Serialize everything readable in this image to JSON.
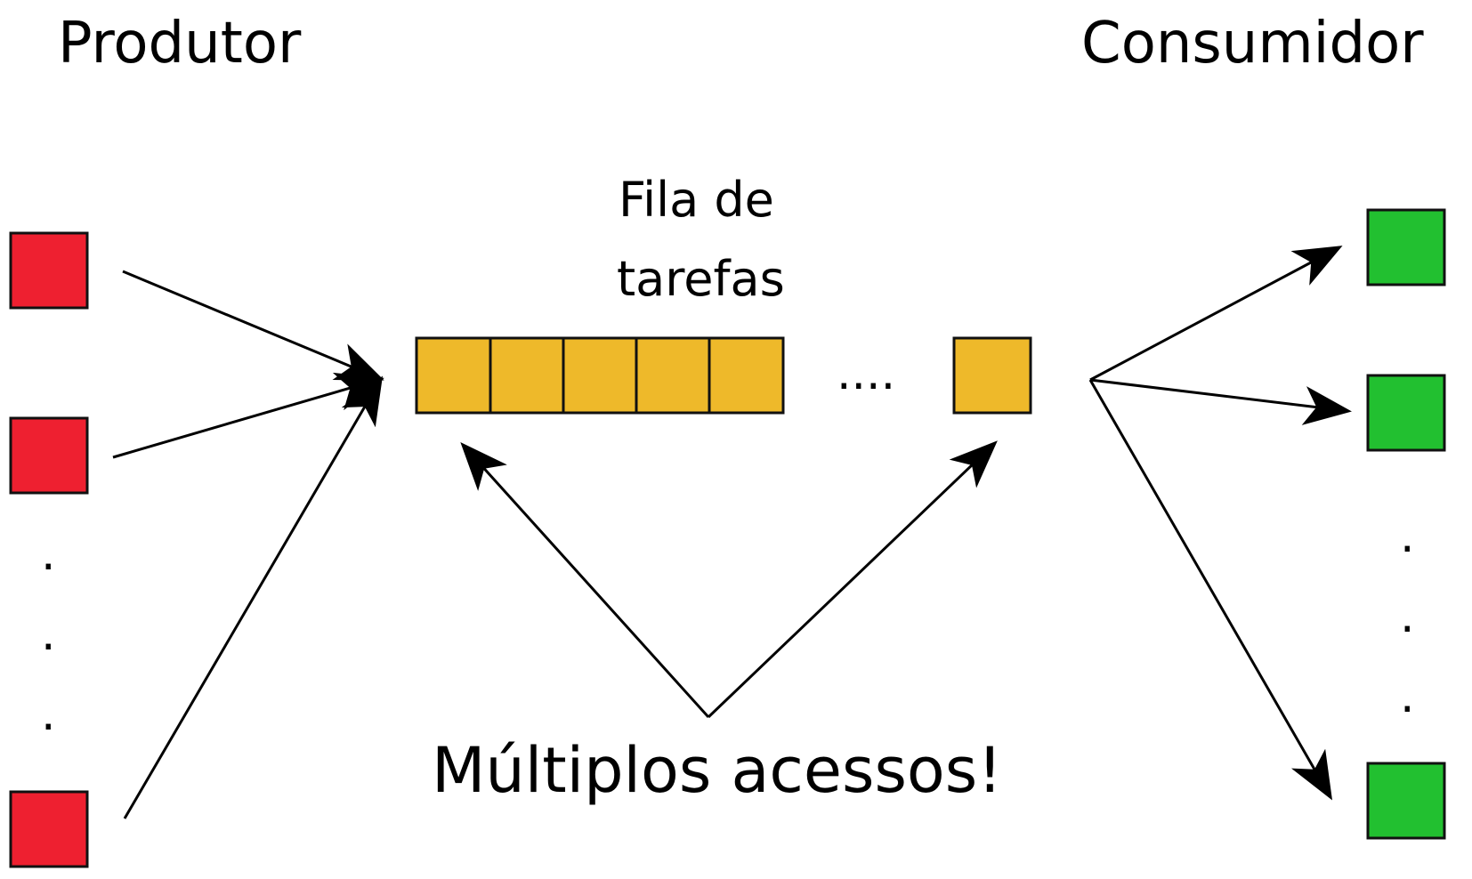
{
  "labels": {
    "producer": "Produtor",
    "consumer": "Consumidor",
    "queue_line1": "Fila de",
    "queue_line2": "tarefas",
    "queue_ellipsis": "....",
    "accesses": "Múltiplos acessos!"
  },
  "producers": {
    "visible_count": 3,
    "dots": [
      ".",
      ".",
      "."
    ],
    "fill": "#ee2030"
  },
  "consumers": {
    "visible_count": 3,
    "dots": [
      ".",
      ".",
      "."
    ],
    "fill": "#22c030"
  },
  "queue": {
    "cells_shown": 6,
    "fill": "#eeb92a"
  }
}
